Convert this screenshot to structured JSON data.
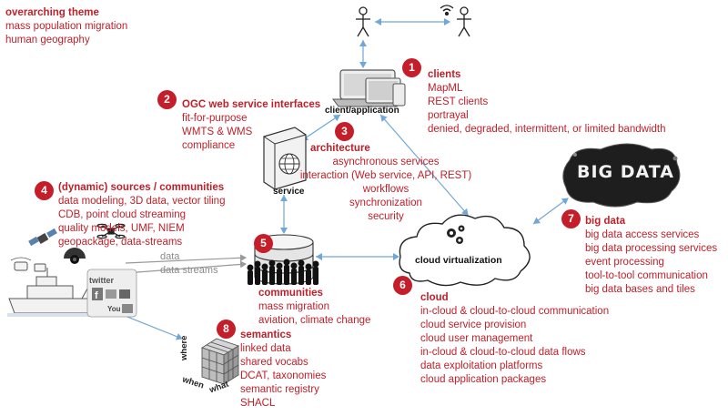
{
  "colors": {
    "accent": "#c41e2b",
    "arrow": "#6fa7d8",
    "stream": "#999999"
  },
  "theme": {
    "heading": "overarching theme",
    "lines": [
      "mass population migration",
      "human geography"
    ]
  },
  "clients": {
    "number": "1",
    "heading": "clients",
    "lines": [
      "MapML",
      "REST clients",
      "portrayal",
      "denied, degraded, intermittent, or limited bandwidth"
    ]
  },
  "ogc": {
    "number": "2",
    "heading": "OGC web service interfaces",
    "lines": [
      "fit-for-purpose",
      "WMTS & WMS",
      "compliance"
    ]
  },
  "architecture": {
    "number": "3",
    "heading": "architecture",
    "lines": [
      "asynchronous services",
      "interaction (Web service, API, REST)",
      "workflows",
      "synchronization",
      "security"
    ]
  },
  "sources": {
    "number": "4",
    "heading": "(dynamic) sources / communities",
    "lines": [
      "data modeling, 3D data, vector tiling",
      "CDB, point cloud streaming",
      "quality models, UMF, NIEM",
      "geopackage, data-streams"
    ]
  },
  "communities": {
    "number": "5",
    "heading": "communities",
    "lines": [
      "mass migration",
      "aviation, climate change"
    ]
  },
  "cloud": {
    "number": "6",
    "heading": "cloud",
    "lines": [
      "in-cloud & cloud-to-cloud communication",
      "cloud service provision",
      "cloud user management",
      "in-cloud & cloud-to-cloud data flows",
      "data exploitation platforms",
      "cloud application packages"
    ]
  },
  "bigdata": {
    "number": "7",
    "heading": "big data",
    "board_text": "BIG DATA",
    "lines": [
      "big data access services",
      "big data processing services",
      "event processing",
      "tool-to-tool communication",
      "big data bases and tiles"
    ]
  },
  "semantics": {
    "number": "8",
    "heading": "semantics",
    "lines": [
      "linked data",
      "shared vocabs",
      "DCAT, taxonomies",
      "semantic registry",
      "SHACL"
    ]
  },
  "labels": {
    "client_app": "client/application",
    "service": "service",
    "cloud_virtualization": "cloud virtualization"
  },
  "streams": {
    "data": "data",
    "data_streams": "data streams"
  },
  "cube": {
    "where": "where",
    "when": "when",
    "what": "what"
  },
  "icons": [
    "person-icon",
    "wifi-icon",
    "laptop-icon",
    "server-icon",
    "database-icon",
    "crowd-icon",
    "cloud-icon",
    "gears-icon",
    "drone-icon",
    "satellite-icon",
    "camera-icon",
    "ship-icon",
    "social-media-icon",
    "cube-icon",
    "blackboard-icon"
  ]
}
